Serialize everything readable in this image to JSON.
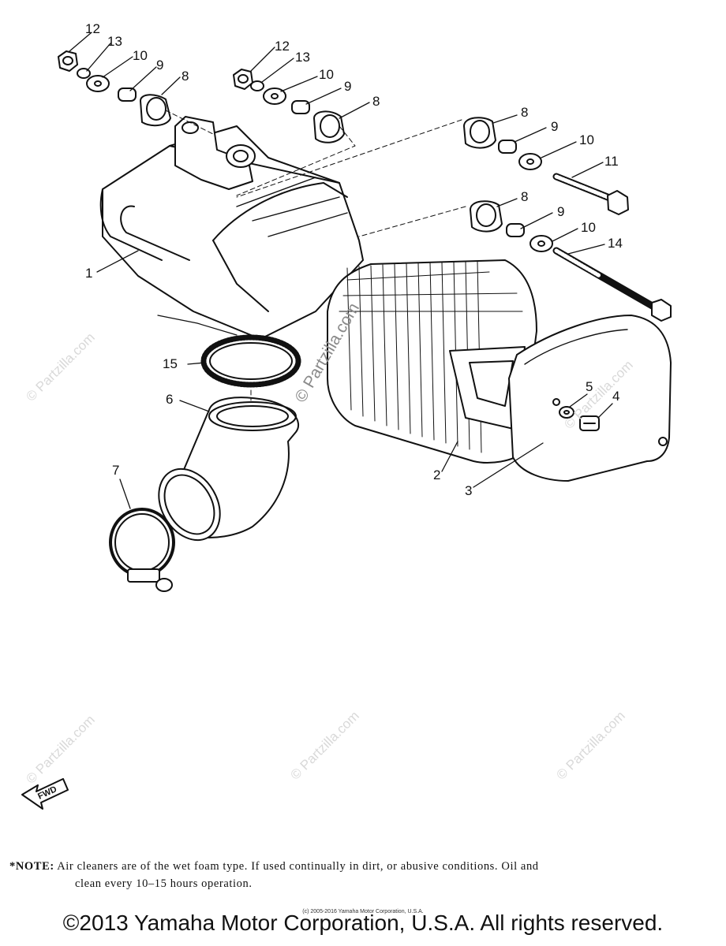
{
  "callouts": {
    "c1": "1",
    "c2": "2",
    "c3": "3",
    "c4": "4",
    "c5": "5",
    "c6": "6",
    "c7": "7",
    "c8": "8",
    "c9": "9",
    "c10": "10",
    "c11": "11",
    "c12": "12",
    "c13": "13",
    "c14": "14",
    "c15": "15"
  },
  "watermark": "© Partzilla.com",
  "fwd_label": "FWD",
  "note": {
    "label": "*NOTE:",
    "line1": "Air cleaners are of the wet foam type. If used continually in dirt, or abusive conditions. Oil and",
    "line2": "clean every 10–15 hours operation."
  },
  "small_copyright": "(c) 2005-2016 Yamaha Motor Corporation, U.S.A.",
  "copyright": "©2013 Yamaha Motor Corporation, U.S.A. All rights reserved."
}
